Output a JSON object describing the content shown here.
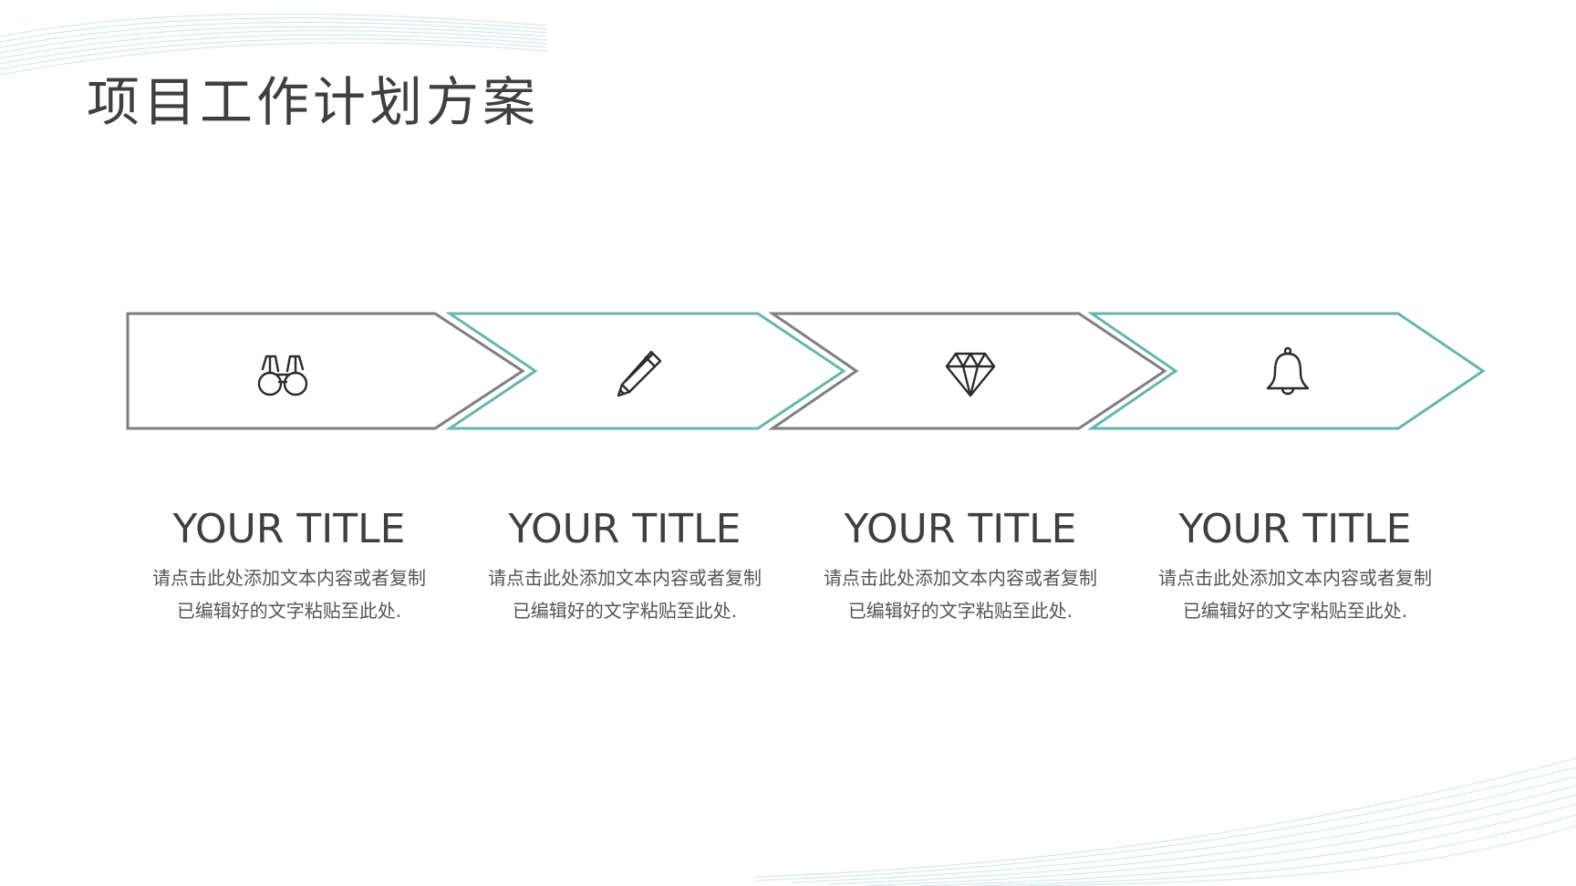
{
  "slide": {
    "title": "项目工作计划方案"
  },
  "colors": {
    "gray": "#7f7f7f",
    "teal": "#67b5b1",
    "text_dark": "#3f3f3f",
    "text_body": "#555555",
    "icon_stroke": "#2b2b2b"
  },
  "steps": [
    {
      "icon": "binoculars-icon",
      "border": "gray",
      "title": "YOUR TITLE",
      "desc_line1": "请点击此处添加文本内容或者复制",
      "desc_line2": "已编辑好的文字粘贴至此处."
    },
    {
      "icon": "pencil-icon",
      "border": "teal",
      "title": "YOUR TITLE",
      "desc_line1": "请点击此处添加文本内容或者复制",
      "desc_line2": "已编辑好的文字粘贴至此处."
    },
    {
      "icon": "diamond-icon",
      "border": "gray",
      "title": "YOUR TITLE",
      "desc_line1": "请点击此处添加文本内容或者复制",
      "desc_line2": "已编辑好的文字粘贴至此处."
    },
    {
      "icon": "bell-icon",
      "border": "teal",
      "title": "YOUR TITLE",
      "desc_line1": "请点击此处添加文本内容或者复制",
      "desc_line2": "已编辑好的文字粘贴至此处."
    }
  ]
}
